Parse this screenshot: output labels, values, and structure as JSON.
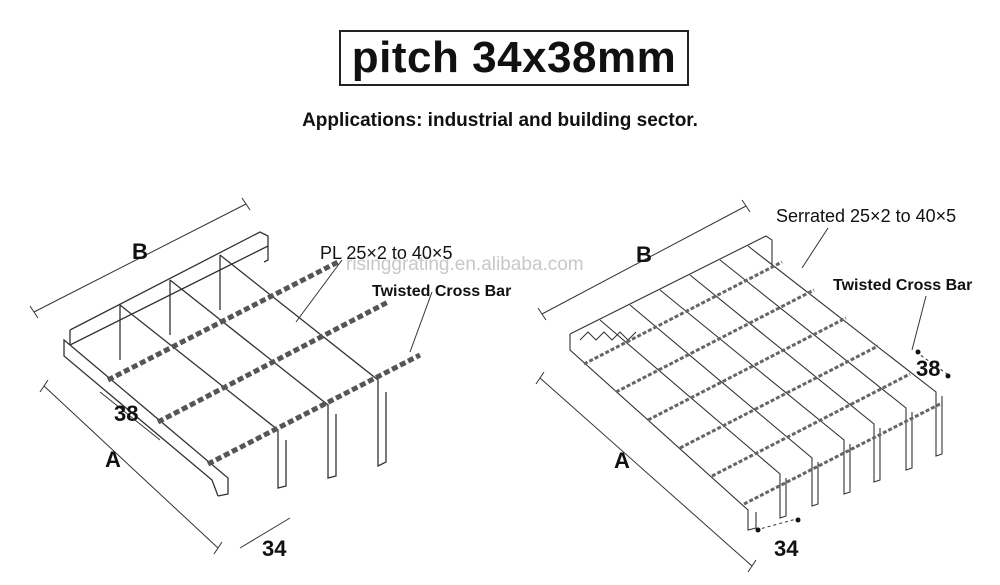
{
  "header": {
    "title": "pitch 34x38mm",
    "subtitle": "Applications: industrial and building sector."
  },
  "left_diagram": {
    "label_b": "B",
    "label_a": "A",
    "dim_cross": "38",
    "dim_bearing": "34",
    "bar_spec": "PL 25×2 to 40×5",
    "cross_bar": "Twisted Cross Bar"
  },
  "right_diagram": {
    "label_b": "B",
    "label_a": "A",
    "dim_cross": "38",
    "dim_bearing": "34",
    "bar_spec": "Serrated 25×2 to 40×5",
    "cross_bar": "Twisted Cross Bar"
  },
  "watermark": "risinggrating.en.alibaba.com",
  "colors": {
    "line": "#333333",
    "title_border": "#222222",
    "watermark": "#c8c8c8"
  }
}
